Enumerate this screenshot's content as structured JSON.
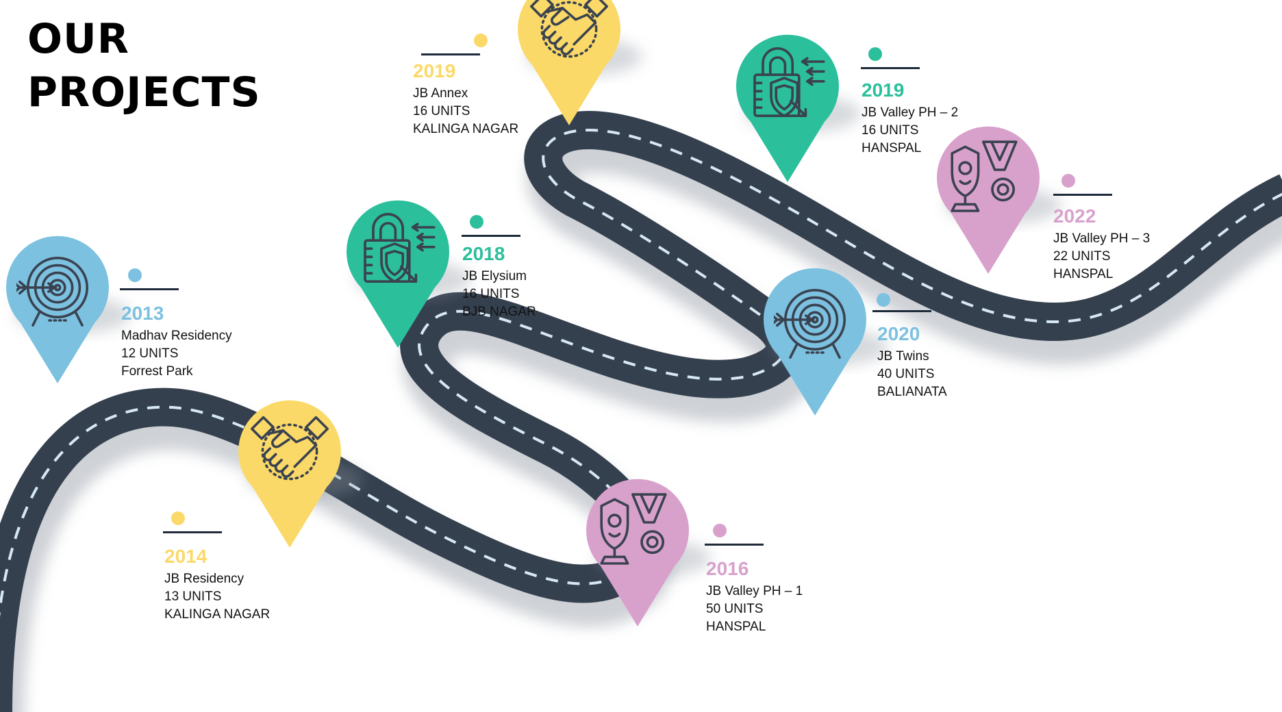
{
  "title": {
    "line1": "OUR",
    "line2": "PROJECTS"
  },
  "colors": {
    "road": "#35404f",
    "dash": "#d6e8f2",
    "yellow": "#fbd968",
    "blue": "#7cc1e0",
    "green": "#2bbf9b",
    "pink": "#d8a1cc",
    "icon_stroke": "#3a4250"
  },
  "milestones": [
    {
      "year": "2013",
      "name": "Madhav Residency",
      "units": "12 UNITS",
      "location": "Forrest Park",
      "color": "#7cc1e0",
      "icon": "target-icon"
    },
    {
      "year": "2014",
      "name": "JB Residency",
      "units": "13 UNITS",
      "location": "KALINGA NAGAR",
      "color": "#fbd968",
      "icon": "handshake-icon"
    },
    {
      "year": "2016",
      "name": "JB Valley PH – 1",
      "units": "50 UNITS",
      "location": "HANSPAL",
      "color": "#d8a1cc",
      "icon": "trophy-medal-icon"
    },
    {
      "year": "2018",
      "name": "JB Elysium",
      "units": "16 UNITS",
      "location": "BJB NAGAR",
      "color": "#2bbf9b",
      "icon": "lock-shield-icon"
    },
    {
      "year": "2019",
      "name": "JB Annex",
      "units": "16 UNITS",
      "location": "KALINGA NAGAR",
      "color": "#fbd968",
      "icon": "handshake-icon"
    },
    {
      "year": "2020",
      "name": "JB Twins",
      "units": "40 UNITS",
      "location": "BALIANATA",
      "color": "#7cc1e0",
      "icon": "target-icon"
    },
    {
      "year": "2019",
      "name": "JB Valley PH – 2",
      "units": "16 UNITS",
      "location": "HANSPAL",
      "color": "#2bbf9b",
      "icon": "lock-shield-icon"
    },
    {
      "year": "2022",
      "name": "JB Valley PH – 3",
      "units": "22 UNITS",
      "location": "HANSPAL",
      "color": "#d8a1cc",
      "icon": "trophy-medal-icon"
    }
  ]
}
